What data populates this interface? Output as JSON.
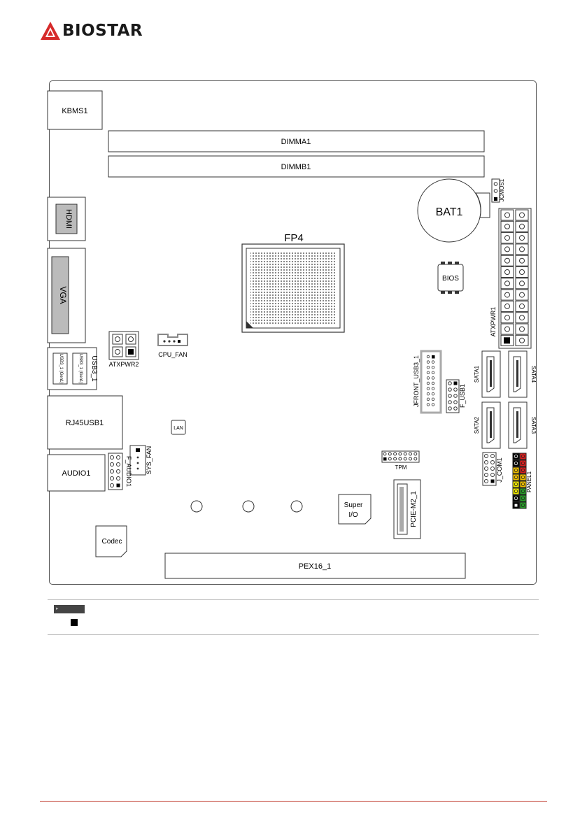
{
  "brand": {
    "name": "BIOSTAR",
    "accent": "#d62a2a"
  },
  "board": {
    "kbms": "KBMS1",
    "dimm_a": "DIMMA1",
    "dimm_b": "DIMMB1",
    "hdmi": "HDMI",
    "vga": "VGA",
    "usb3_port": "USB3_1",
    "usb3_sub": [
      "USB3_1 (Gen1)",
      "USB3_1 (Gen1)"
    ],
    "rj45": "RJ45USB1",
    "audio": "AUDIO1",
    "f_audio": "F_AUDIO1",
    "sys_fan": "SYS_FAN",
    "lan": "LAN",
    "codec": "Codec",
    "atxpwr2": "ATXPWR2",
    "cpu_fan": "CPU_FAN",
    "cpu": "FP4",
    "battery": "BAT1",
    "jcmos": "JCMOS1",
    "bios": "BIOS",
    "atxpwr1": "ATXPWR1",
    "jfront": "JFRONT_USB3_1",
    "f_usb": "F_USB1",
    "sata": [
      "SATA1",
      "SATA2",
      "SATA3",
      "SATA4"
    ],
    "tpm": "TPM",
    "j_com": "J_COM1",
    "panel": "PANEL1",
    "super_io": [
      "Super",
      "I/O"
    ],
    "pcie_m2": "PCIE-M2_1",
    "pex16": "PEX16_1"
  },
  "panel_pin_colors": [
    "#000000",
    "#e02020",
    "#f2c200",
    "#f2ea00",
    "#2aa02a"
  ]
}
